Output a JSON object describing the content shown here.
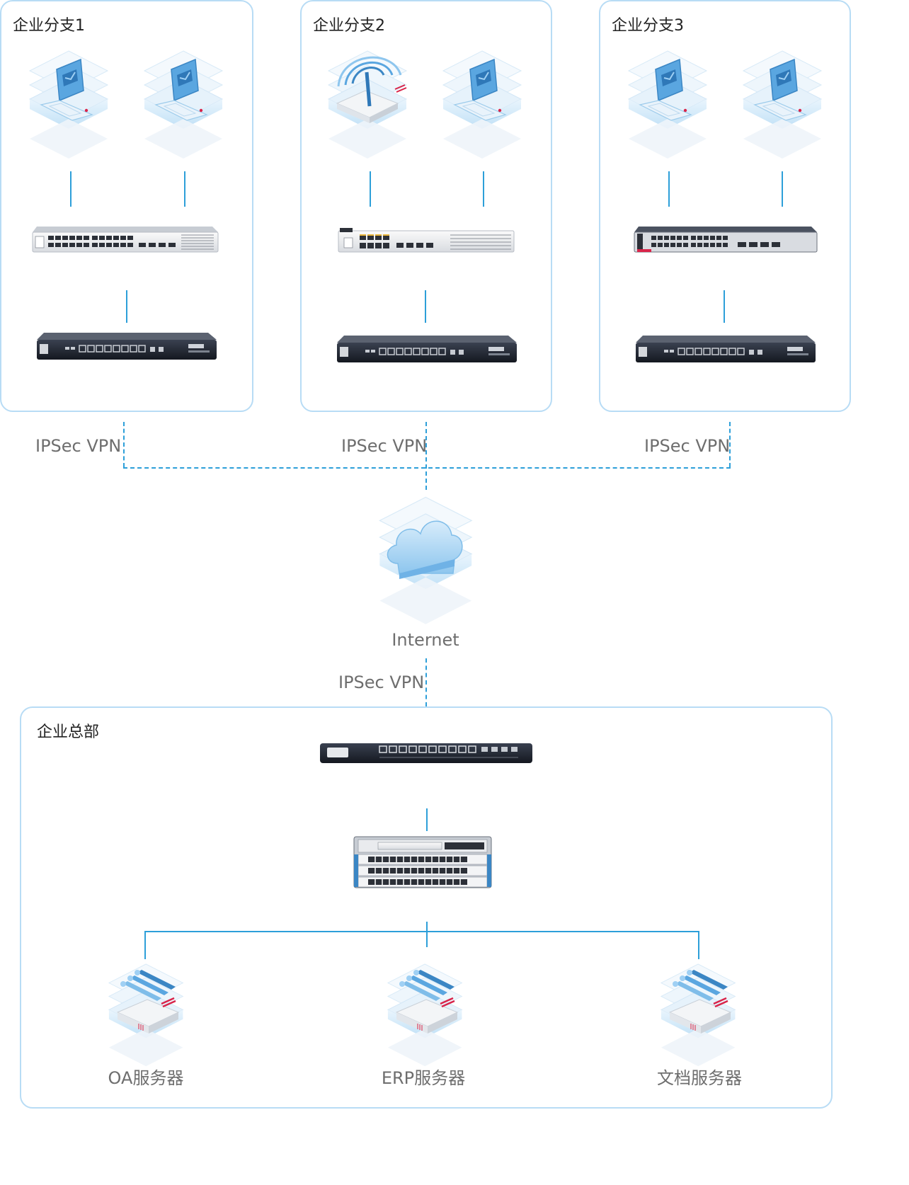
{
  "branches": [
    {
      "title": "企业分支1"
    },
    {
      "title": "企业分支2"
    },
    {
      "title": "企业分支3"
    }
  ],
  "vpn_labels": {
    "branch1": "IPSec VPN",
    "branch2": "IPSec VPN",
    "branch3": "IPSec VPN",
    "hq": "IPSec VPN"
  },
  "internet": {
    "label": "Internet"
  },
  "hq": {
    "title": "企业总部",
    "servers": [
      {
        "label": "OA服务器"
      },
      {
        "label": "ERP服务器"
      },
      {
        "label": "文档服务器"
      }
    ]
  },
  "colors": {
    "line": "#2d9fd9",
    "box_border": "#b8dcf5",
    "device_dark": "#1f2530",
    "device_light": "#eef0f2",
    "accent_red": "#d9254a"
  }
}
